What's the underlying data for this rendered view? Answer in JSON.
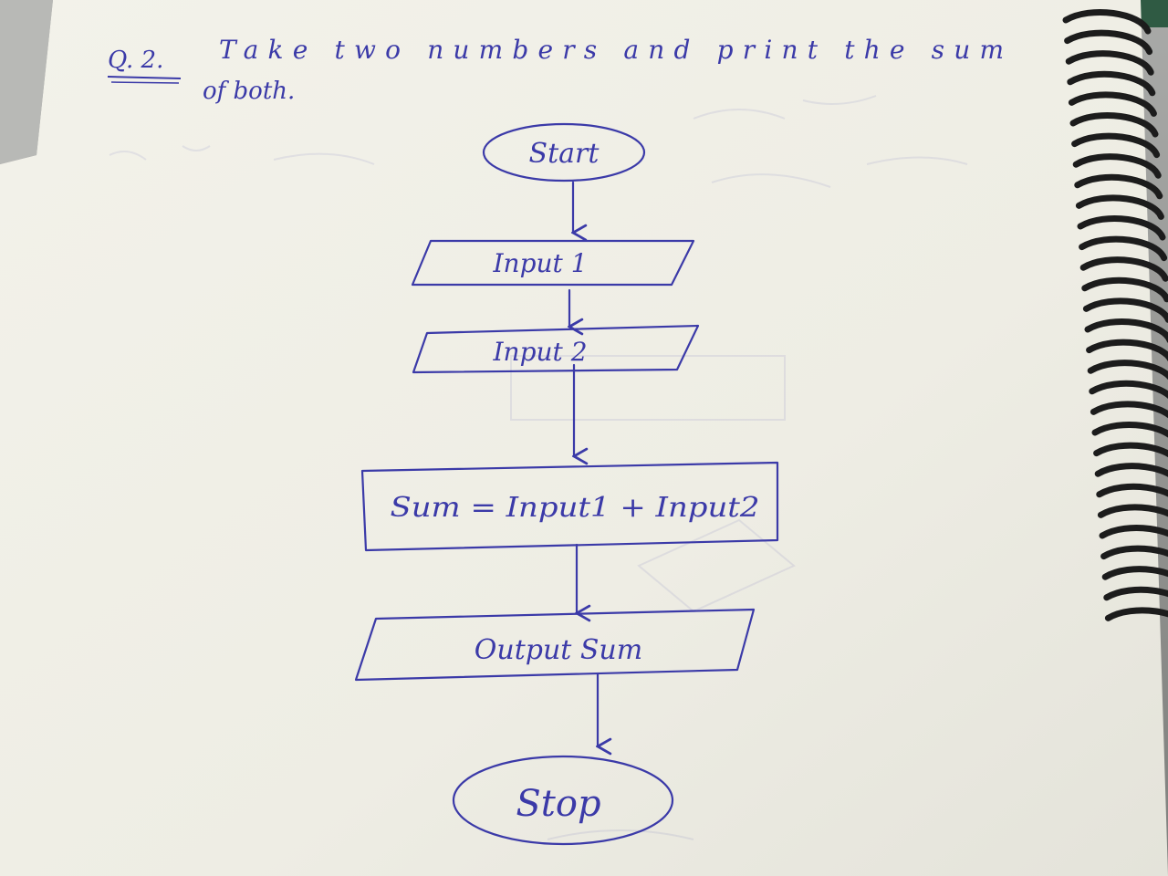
{
  "question": {
    "label": "Q. 2.",
    "line1": "Take two numbers and print the sum",
    "line2": "of both."
  },
  "flowchart": {
    "start": "Start",
    "input1": "Input 1",
    "input2": "Input 2",
    "process": "Sum = Input1 + Input2",
    "output": "Output Sum",
    "stop": "Stop"
  },
  "colors": {
    "ink": "#3b3aa8",
    "paper": "#f1f0e8",
    "spiral": "#1c1c1c"
  }
}
